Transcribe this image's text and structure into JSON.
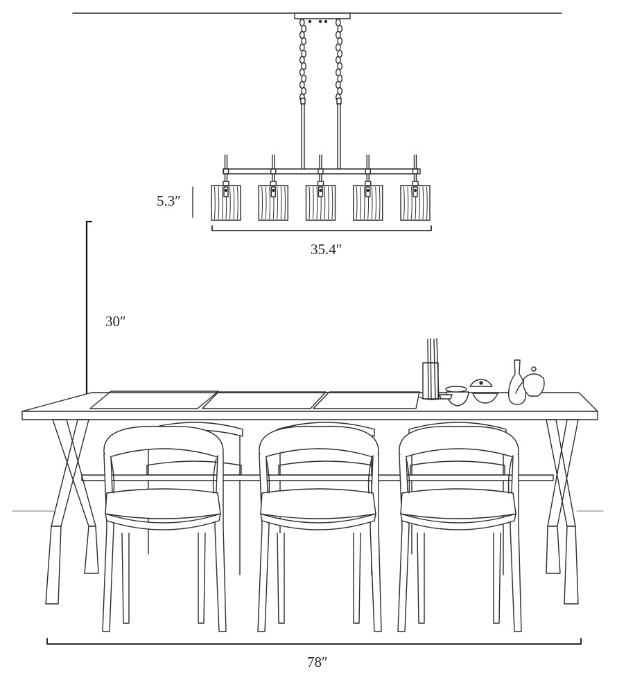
{
  "dimensions": {
    "fixture_height": "5.3″",
    "fixture_width": "35.4″",
    "drop_to_table": "30″",
    "table_length": "78″"
  },
  "colors": {
    "line": "#2a2a2a",
    "dimension": "#111111",
    "background": "#ffffff"
  },
  "fixture": {
    "shade_count": 5
  },
  "chairs": {
    "front_count": 3,
    "back_count": 3
  }
}
